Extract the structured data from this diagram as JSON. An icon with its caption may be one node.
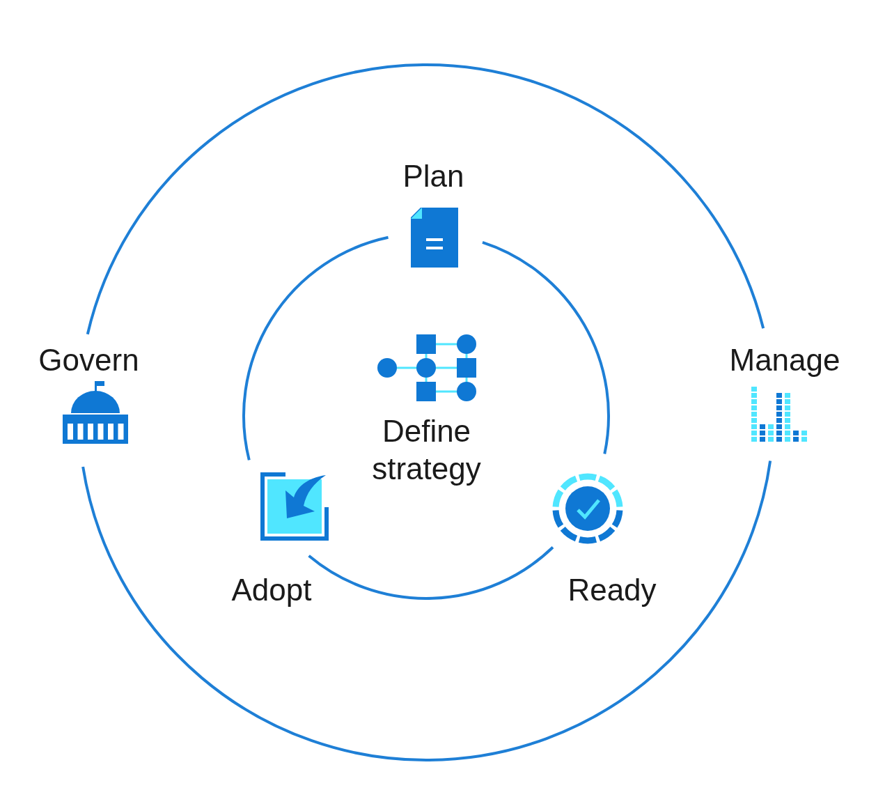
{
  "diagram": {
    "nodes": [
      {
        "text": [
          "Plan"
        ]
      },
      {
        "text": [
          "Govern"
        ]
      },
      {
        "text": [
          "Define strategy"
        ]
      },
      {
        "text": [
          "Manage"
        ]
      },
      {
        "text": [
          "Adopt"
        ]
      },
      {
        "text": [
          "Ready"
        ]
      }
    ],
    "edges": [
      {
        "from": 0,
        "to": 5,
        "arrow": "none"
      },
      {
        "from": 5,
        "to": 4,
        "arrow": "none"
      },
      {
        "from": 4,
        "to": 0,
        "arrow": "none"
      },
      {
        "from": 1,
        "to": 3,
        "arrow": "none"
      },
      {
        "from": 3,
        "to": 1,
        "arrow": "none"
      }
    ]
  }
}
